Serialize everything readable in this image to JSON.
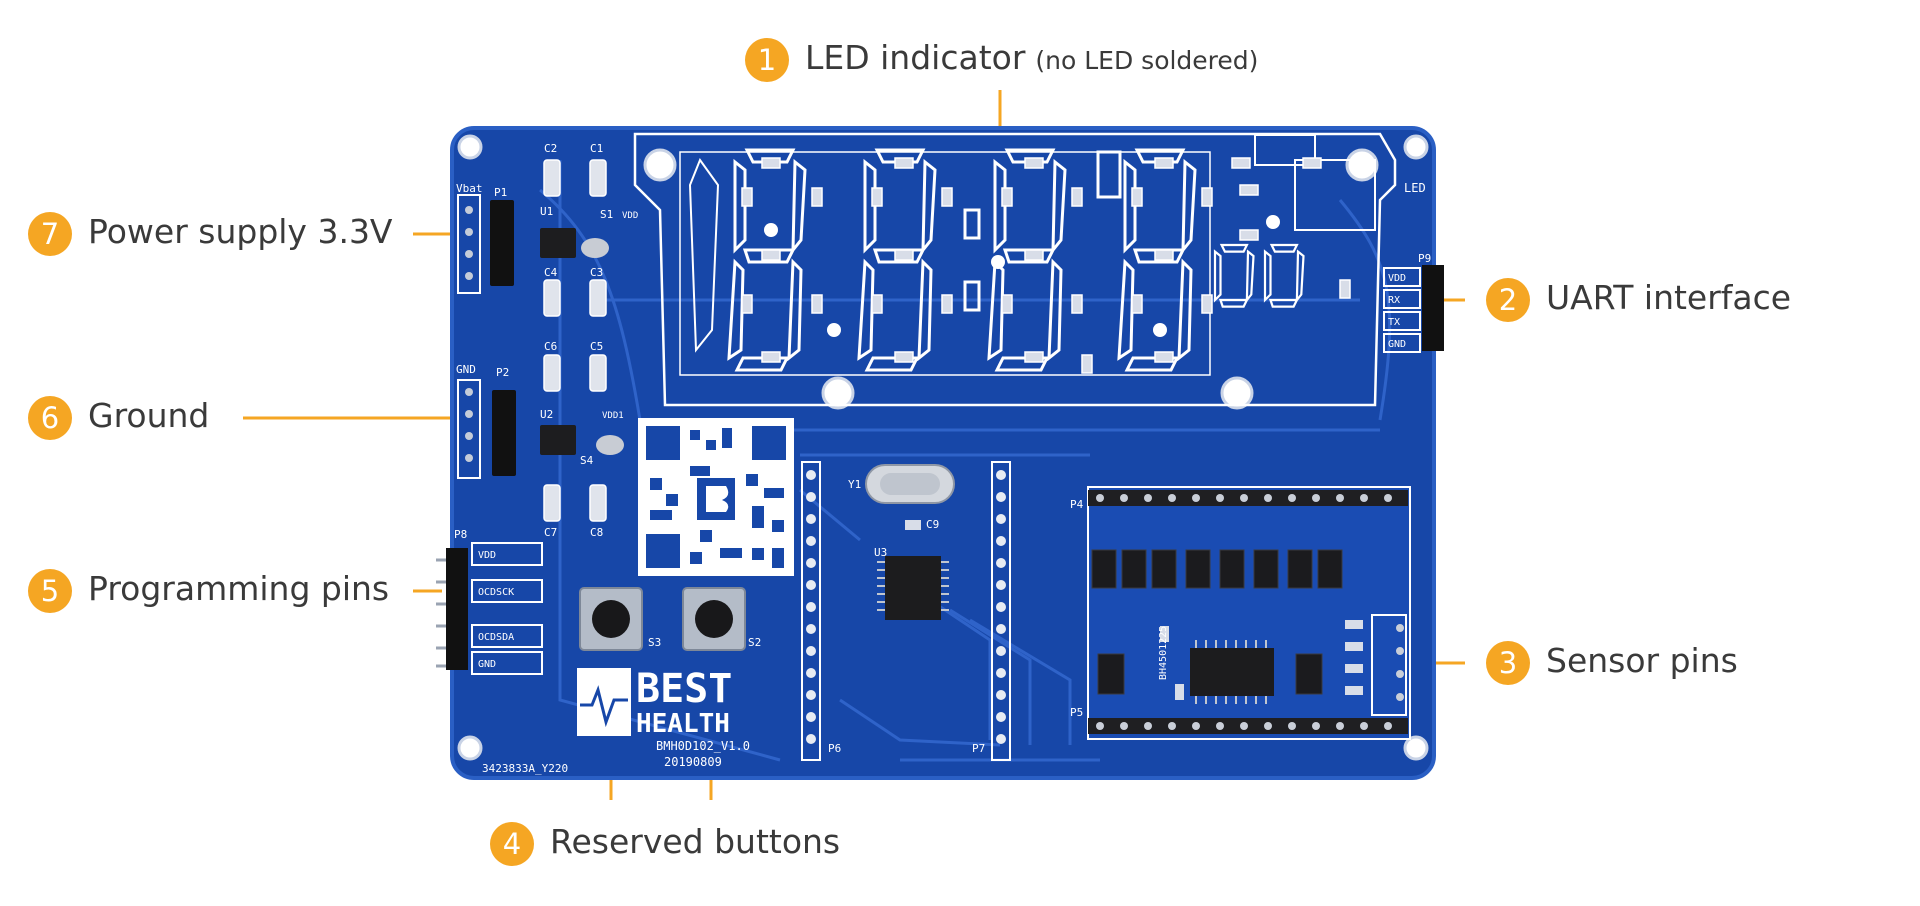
{
  "callouts": [
    {
      "number": "1",
      "label": "LED indicator",
      "note": "(no LED soldered)"
    },
    {
      "number": "2",
      "label": "UART interface"
    },
    {
      "number": "3",
      "label": "Sensor pins"
    },
    {
      "number": "4",
      "label": "Reserved buttons"
    },
    {
      "number": "5",
      "label": "Programming pins"
    },
    {
      "number": "6",
      "label": "Ground"
    },
    {
      "number": "7",
      "label": "Power supply 3.3V"
    }
  ],
  "board": {
    "colors": {
      "pcb": "#1747a8",
      "pcb_edge": "#2a5fc4",
      "silk": "#ffffff",
      "trace": "#2f63c9",
      "callout": "#f5a623"
    },
    "silk_labels": {
      "vbat": "Vbat",
      "p1": "P1",
      "gnd": "GND",
      "p2": "P2",
      "p8": "P8",
      "p4": "P4",
      "p5": "P5",
      "p6": "P6",
      "p7": "P7",
      "p9": "P9",
      "u1": "U1",
      "u2": "U2",
      "u3": "U3",
      "y1": "Y1",
      "s1": "S1",
      "s2": "S2",
      "s3": "S3",
      "s4": "S4",
      "c1": "C1",
      "c2": "C2",
      "c3": "C3",
      "c4": "C4",
      "c5": "C5",
      "c6": "C6",
      "c7": "C7",
      "c8": "C8",
      "c9": "C9",
      "vdd": "VDD",
      "vdd1": "VDD1",
      "led": "LED",
      "uart_vdd": "VDD",
      "uart_rx": "RX",
      "uart_tx": "TX",
      "uart_gnd": "GND",
      "prog_vdd": "VDD",
      "prog_ocdsck": "OCDSCK",
      "prog_ocdsda": "OCDSDA",
      "prog_gnd": "GND",
      "sensor_chip": "BH4501225",
      "brand_best": "BEST",
      "brand_health": "HEALTH",
      "model": "BMH0D102_V1.0",
      "date": "20190809",
      "corner_code": "3423833A_Y220"
    }
  }
}
